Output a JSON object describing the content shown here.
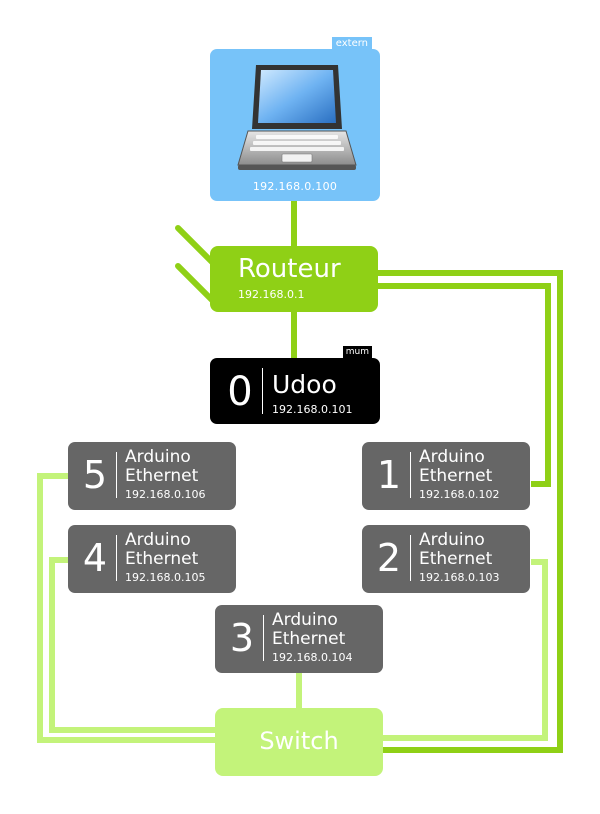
{
  "colors": {
    "extern": "#77c3f9",
    "router": "#8fd016",
    "udoo": "#000000",
    "arduino": "#666666",
    "switch": "#c3f37a",
    "wire_router": "#8fd016",
    "wire_switch": "#c3f37a"
  },
  "extern": {
    "tag": "extern",
    "ip": "192.168.0.100",
    "icon": "laptop-icon"
  },
  "router": {
    "name": "Routeur",
    "ip": "192.168.0.1",
    "icon": "antenna-icon"
  },
  "udoo": {
    "tag": "mum",
    "num": "0",
    "name": "Udoo",
    "ip": "192.168.0.101"
  },
  "nodes": [
    {
      "num": "5",
      "l1": "Arduino",
      "l2": "Ethernet",
      "ip": "192.168.0.106"
    },
    {
      "num": "1",
      "l1": "Arduino",
      "l2": "Ethernet",
      "ip": "192.168.0.102"
    },
    {
      "num": "4",
      "l1": "Arduino",
      "l2": "Ethernet",
      "ip": "192.168.0.105"
    },
    {
      "num": "2",
      "l1": "Arduino",
      "l2": "Ethernet",
      "ip": "192.168.0.103"
    },
    {
      "num": "3",
      "l1": "Arduino",
      "l2": "Ethernet",
      "ip": "192.168.0.104"
    }
  ],
  "switch": {
    "name": "Switch"
  }
}
